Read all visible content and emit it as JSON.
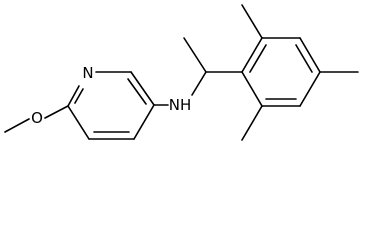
{
  "molecule": {
    "atoms": [
      {
        "id": "n-pyridine",
        "symbol": "N"
      },
      {
        "id": "o-methoxy",
        "symbol": "O"
      },
      {
        "id": "nh-amine",
        "symbol": "NH"
      }
    ],
    "colors": {
      "bond": "#000000",
      "label": "#000000",
      "background": "#ffffff"
    }
  }
}
